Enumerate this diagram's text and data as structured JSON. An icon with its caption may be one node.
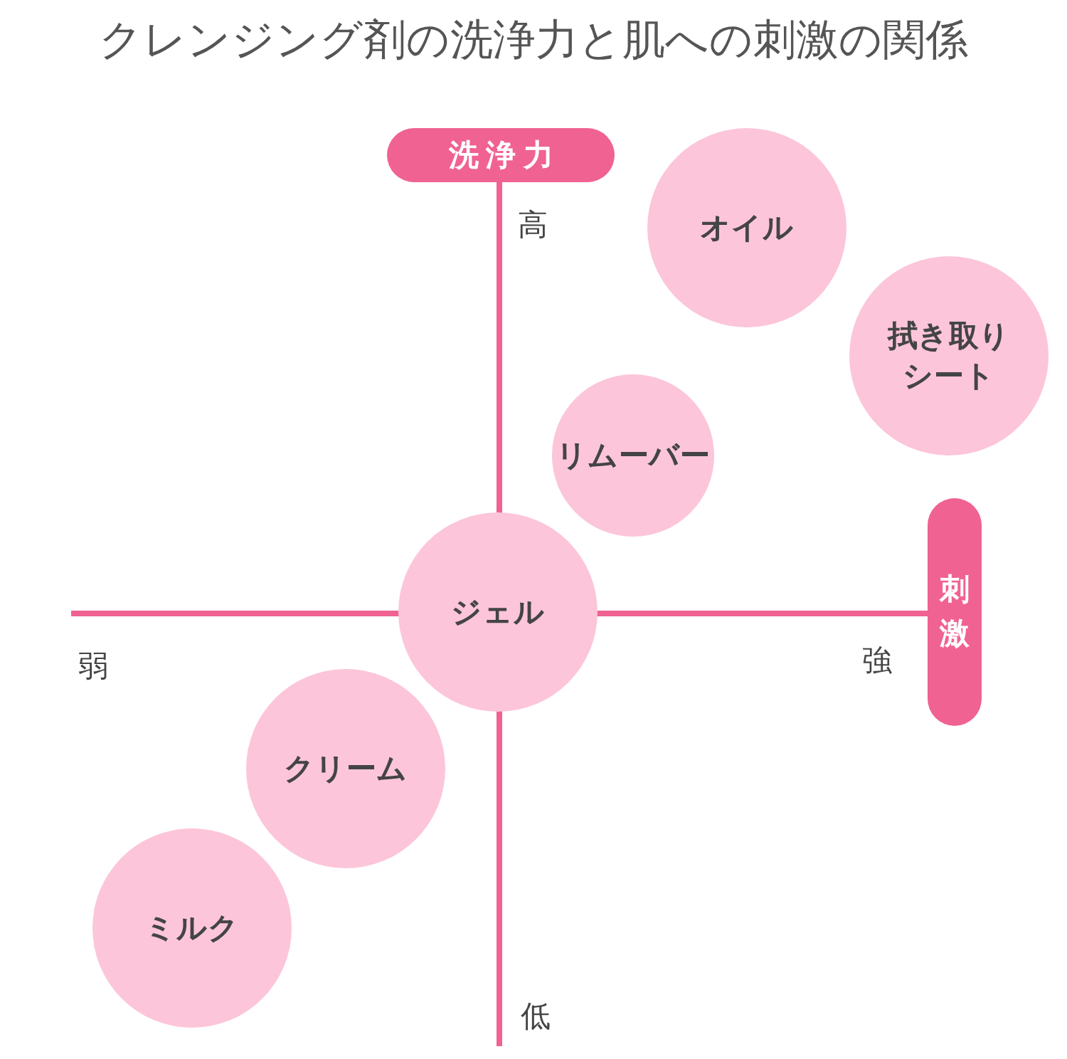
{
  "diagram": {
    "title": "クレンジング剤の洗浄力と肌への刺激の関係",
    "nodes": [
      {
        "text": [
          "洗浄力"
        ]
      },
      {
        "text": [
          "刺激"
        ]
      },
      {
        "text": [
          "オイル"
        ]
      },
      {
        "text": [
          "拭き取りシート"
        ]
      },
      {
        "text": [
          "リムーバー"
        ]
      },
      {
        "text": [
          "ジェル"
        ]
      },
      {
        "text": [
          "クリーム"
        ]
      },
      {
        "text": [
          "ミルク"
        ]
      }
    ],
    "labels": [
      "高",
      "弱",
      "強",
      "低"
    ]
  }
}
